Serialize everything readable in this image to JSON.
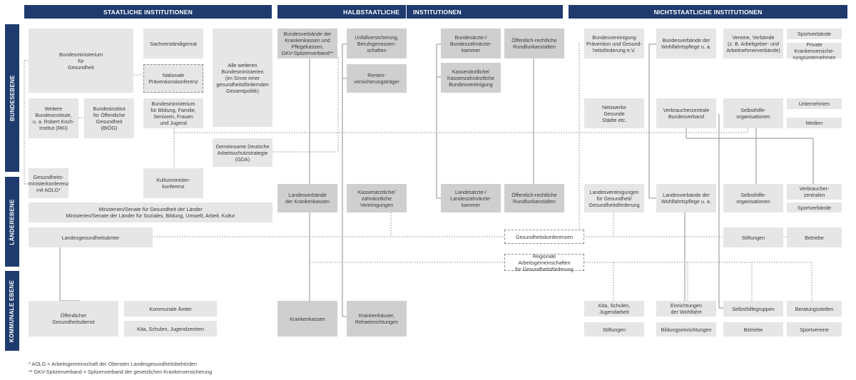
{
  "headers": {
    "staatlich": "STAATLICHE INSTITUTIONEN",
    "halb_a": "HALBSTAATLICHE",
    "halb_b": "INSTITUTIONEN",
    "nicht": "NICHTSTAATLICHE INSTITUTIONEN"
  },
  "levels": {
    "bund": "BUNDESEBENE",
    "land": "LÄNDEREBENE",
    "kommunal": "KOMMUNALE EBENE"
  },
  "boxes": {
    "bmg": "Bundesministerium\nfür\nGesundheit",
    "sachverstaendigenrat": "Sachverständigenrat",
    "npk": "Nationale\nPräventionskonferenz",
    "weitere_bm": "Alle weiteren\nBundesministerien\n(im Sinne einer\ngesundheitsfördernden\nGesamtpolitik)",
    "weitere_bi": "Weitere\nBundesinstitute,\nu. a. Robert Koch-\nInstitut (RKI)",
    "biog": "Bundesinstitut\nfür Öffentliche\nGesundheit\n(BIÖG)",
    "bmbfsfj": "Bundesministerium\nfür Bildung, Familie,\nSenioren, Frauen\nund Jugend",
    "gda": "Gemeinsame Deutsche\nArbeitsschutzstrategie\n(GDA)",
    "gmk": "Gesundheits-\nministerkonferenz\nmit AOLG*",
    "kmk": "Kultusminister-\nkonferenz",
    "ministerien_land": "Ministerien/Senate für Gesundheit der Länder\nMinisterien/Senate der Länder für Soziales, Bildung, Umwelt, Arbeit, Kultur",
    "landesgesundheitsaemter": "Landesgesundheitsämter",
    "oegd": "Öffentlicher\nGesundheitsdienst",
    "kommunale_aemter": "Kommunale Ämter",
    "kita_komm": "Kita, Schulen, Jugendzentren",
    "bv_kk": "Bundesverbände der\nKrankenkassen und\nPflegekassen,\nGKV-Spitzenverband**",
    "unfallversicherung": "Unfallversicherung,\nBerufsgenossen-\nschaften",
    "renten": "Renten-\nversicherungsträger",
    "baek": "Bundesärzte-/\nBundeszahnärzte-\nkammer",
    "kbv": "Kassenärztliche/\nKassenzahnärztliche\nBundesvereinigung",
    "oera_bund": "Öffentlich-rechtliche\nRundfunkanstalten",
    "lv_kk": "Landesverbände\nder Krankenkassen",
    "kv": "Kassenärztliche/\nzahnärztliche\nVereinigungen",
    "laek": "Landesärzte-/\nLandeszahnärzte-\nkammer",
    "oera_land": "Öffentlich-rechtliche\nRundfunkanstalten",
    "krankenkassen": "Krankenkassen",
    "krankenhaeuser": "Krankenhäuser,\nRehaeinrichtungen",
    "bvpg": "Bundesvereinigung\nPrävention und Gesund-\nheitsförderung e.V.",
    "bv_wohlfahrt": "Bundesverbände der\nWohlfahrtspflege u. a.",
    "vereine": "Vereine, Verbände\n(z. B. Arbeitgeber- und\nArbeitnehmerverbände)",
    "sportverbaende_bund": "Sportverbände",
    "private_kv": "Private Krankenversiche-\nrungsunternehmen",
    "netzwerke": "Netzwerke\nGesunde\nStädte etc.",
    "vzbv": "Verbraucherzentrale\nBundesverband",
    "selbsthilfe_bund": "Selbsthilfe-\norganisationen",
    "unternehmen": "Unternehmen",
    "medien": "Medien",
    "lvg": "Landesvereinigungen\nfür Gesundheit/\nGesundheitsförderung",
    "lv_wohlfahrt": "Landesverbände der\nWohlfahrtspflege u. a.",
    "selbsthilfe_land": "Selbsthilfe-\norganisationen",
    "verbraucherzentralen": "Verbraucher-\nzentralen",
    "sportverbaende_land": "Sportverbände",
    "gesundheitskonferenzen": "Gesundheitskonferenzen",
    "stiftungen_land": "Stiftungen",
    "betriebe_land": "Betriebe",
    "rag": "Regionale Arbeitsgemeinschaften\nfür Gesundheitsförderung",
    "kita_nicht": "Kita, Schulen,\nJugendarbeit",
    "einrichtungen_wf": "Einrichtungen\nder Wohlfahrt",
    "selbsthilfegruppen": "Selbsthilfegruppen",
    "beratungsstellen": "Beratungsstellen",
    "stiftungen_komm": "Stiftungen",
    "bildungseinrichtungen": "Bildungseinrichtungen",
    "betriebe_komm": "Betriebe",
    "sportvereine": "Sportvereine"
  },
  "footnotes": {
    "fn1": "* AOLG = Arbeitsgemeinschaft der Obersten Landesgesundheitsbehörden",
    "fn2": "** GKV-Spitzenverband = Spitzenverband der gesetzlichen Krankenversicherung"
  },
  "colors": {
    "header_blue": "#1f3b6e",
    "box_light": "#e6e6e6",
    "box_dark": "#cfcfcf"
  }
}
